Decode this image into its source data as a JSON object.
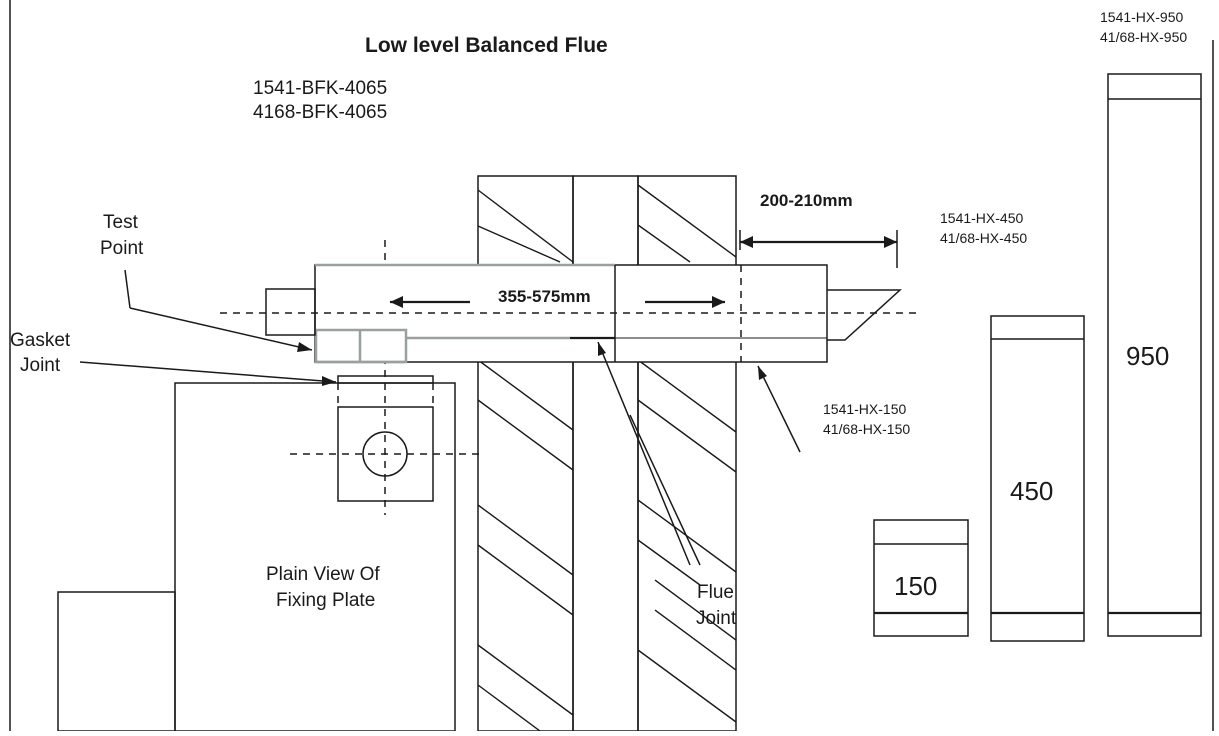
{
  "title": "Low level Balanced Flue",
  "kit_codes": [
    "1541-BFK-4065",
    "4168-BFK-4065"
  ],
  "labels": {
    "test_point": [
      "Test",
      "Point"
    ],
    "gasket_joint": [
      "Gasket",
      "Joint"
    ],
    "plain_view": [
      "Plain View Of",
      "Fixing Plate"
    ],
    "flue_joint": [
      "Flue",
      "Joint"
    ]
  },
  "dimensions": {
    "wall_to_terminal": "200-210mm",
    "flue_length": "355-575mm"
  },
  "extension_codes": {
    "hx_150": [
      "1541-HX-150",
      "41/68-HX-150"
    ],
    "hx_450": [
      "1541-HX-450",
      "41/68-HX-450"
    ],
    "hx_950": [
      "1541-HX-950",
      "41/68-HX-950"
    ]
  },
  "extension_sizes": [
    "150",
    "450",
    "950"
  ]
}
